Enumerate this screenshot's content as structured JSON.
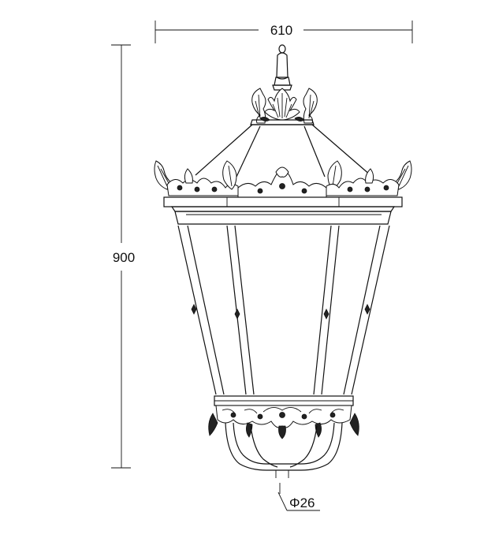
{
  "drawing": {
    "subject": "lantern-elevation",
    "width_dimension": "610",
    "height_dimension": "900",
    "diameter_dimension": "Φ26",
    "line_color": "#111111",
    "background_color": "#ffffff"
  }
}
